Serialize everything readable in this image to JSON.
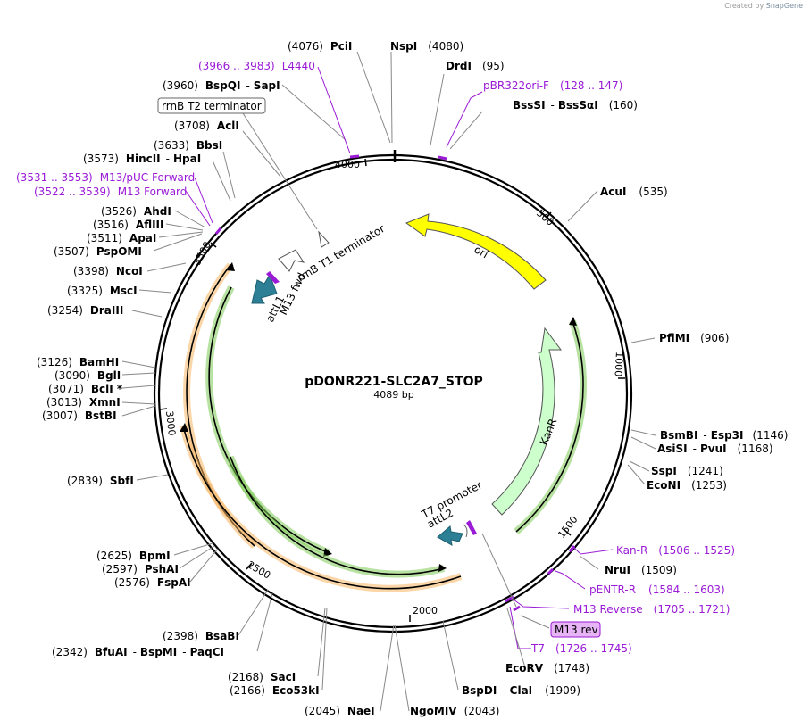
{
  "watermark": {
    "prefix": "Created by",
    "brand": "SnapGene"
  },
  "plasmid": {
    "name": "pDONR221-SLC2A7_STOP",
    "length_label": "4089 bp",
    "length": 4089
  },
  "ticks": [
    "500",
    "1000",
    "1500",
    "2000",
    "2500",
    "3000",
    "3500",
    "4000"
  ],
  "labels": {
    "PciI": {
      "name": "PciI",
      "pos": "(4076)"
    },
    "NspI": {
      "name": "NspI",
      "pos": "(4080)"
    },
    "L4440": {
      "name": "L4440",
      "pos": "(3966 .. 3983)"
    },
    "DrdI": {
      "name": "DrdI",
      "pos": "(95)"
    },
    "BspQI": {
      "name": "BspQI",
      "sep": "-",
      "name2": "SapI",
      "pos": "(3960)"
    },
    "pBR322": {
      "name": "pBR322ori-F",
      "pos": "(128 .. 147)"
    },
    "BssSI": {
      "name": "BssSI",
      "sep": "-",
      "name2": "BssSαI",
      "pos": "(160)"
    },
    "rrnBT2": {
      "name": "rrnB T2 terminator"
    },
    "AclI": {
      "name": "AclI",
      "pos": "(3708)"
    },
    "BbsI": {
      "name": "BbsI",
      "pos": "(3633)"
    },
    "HincII": {
      "name": "HincII",
      "sep": "-",
      "name2": "HpaI",
      "pos": "(3573)"
    },
    "M13pUC": {
      "name": "M13/pUC Forward",
      "pos": "(3531 .. 3553)"
    },
    "M13Fwd": {
      "name": "M13 Forward",
      "pos": "(3522 .. 3539)"
    },
    "AcuI": {
      "name": "AcuI",
      "pos": "(535)"
    },
    "AhdI": {
      "name": "AhdI",
      "pos": "(3526)"
    },
    "AflIII": {
      "name": "AflIII",
      "pos": "(3516)"
    },
    "ApaI": {
      "name": "ApaI",
      "pos": "(3511)"
    },
    "PspOMI": {
      "name": "PspOMI",
      "pos": "(3507)"
    },
    "NcoI": {
      "name": "NcoI",
      "pos": "(3398)"
    },
    "MscI": {
      "name": "MscI",
      "pos": "(3325)"
    },
    "DraIII": {
      "name": "DraIII",
      "pos": "(3254)"
    },
    "PflMI": {
      "name": "PflMI",
      "pos": "(906)"
    },
    "BamHI": {
      "name": "BamHI",
      "pos": "(3126)"
    },
    "BglI": {
      "name": "BglI",
      "pos": "(3090)"
    },
    "BclI": {
      "name": "BclI *",
      "pos": "(3071)"
    },
    "XmnI": {
      "name": "XmnI",
      "pos": "(3013)"
    },
    "BstBI": {
      "name": "BstBI",
      "pos": "(3007)"
    },
    "BsmBI": {
      "name": "BsmBI",
      "sep": "-",
      "name2": "Esp3I",
      "pos": "(1146)"
    },
    "AsiSI": {
      "name": "AsiSI",
      "sep": "-",
      "name2": "PvuI",
      "pos": "(1168)"
    },
    "SspI": {
      "name": "SspI",
      "pos": "(1241)"
    },
    "EcoNI": {
      "name": "EcoNI",
      "pos": "(1253)"
    },
    "SbfI": {
      "name": "SbfI",
      "pos": "(2839)"
    },
    "KanR_primer": {
      "name": "Kan-R",
      "pos": "(1506 .. 1525)"
    },
    "NruI": {
      "name": "NruI",
      "pos": "(1509)"
    },
    "BpmI": {
      "name": "BpmI",
      "pos": "(2625)"
    },
    "PshAI": {
      "name": "PshAI",
      "pos": "(2597)"
    },
    "FspAI": {
      "name": "FspAI",
      "pos": "(2576)"
    },
    "pENTRR": {
      "name": "pENTR-R",
      "pos": "(1584 .. 1603)"
    },
    "M13Rev": {
      "name": "M13 Reverse",
      "pos": "(1705 .. 1721)"
    },
    "M13revbox": {
      "name": "M13 rev"
    },
    "BsaBI": {
      "name": "BsaBI",
      "pos": "(2398)"
    },
    "BfuAI": {
      "name": "BfuAI",
      "sep": "-",
      "name2": "BspMI",
      "sep2": "-",
      "name3": "PaqCI",
      "pos": "(2342)"
    },
    "T7": {
      "name": "T7",
      "pos": "(1726 .. 1745)"
    },
    "EcoRV": {
      "name": "EcoRV",
      "pos": "(1748)"
    },
    "SacI": {
      "name": "SacI",
      "pos": "(2168)"
    },
    "Eco53kI": {
      "name": "Eco53kI",
      "pos": "(2166)"
    },
    "BspDI": {
      "name": "BspDI",
      "sep": "-",
      "name2": "ClaI",
      "pos": "(1909)"
    },
    "NaeI": {
      "name": "NaeI",
      "pos": "(2045)"
    },
    "NgoMIV": {
      "name": "NgoMIV",
      "pos": "(2043)"
    }
  },
  "features": {
    "ori": "ori",
    "kanr": "KanR",
    "rrnbt1": "rrnB T1 terminator",
    "attl1": "attL1",
    "m13fwd": "M13 fwd",
    "t7prom": "T7 promoter",
    "attl2": "attL2"
  },
  "colors": {
    "ori": "#ffff00",
    "kanr": "#ccffcc",
    "att": "#2d7f96",
    "orf_orange": "#f5b561",
    "orf_green": "#7ecb56",
    "primer": "#9a1ad6",
    "m13rev_box": "#e7b4f5"
  }
}
